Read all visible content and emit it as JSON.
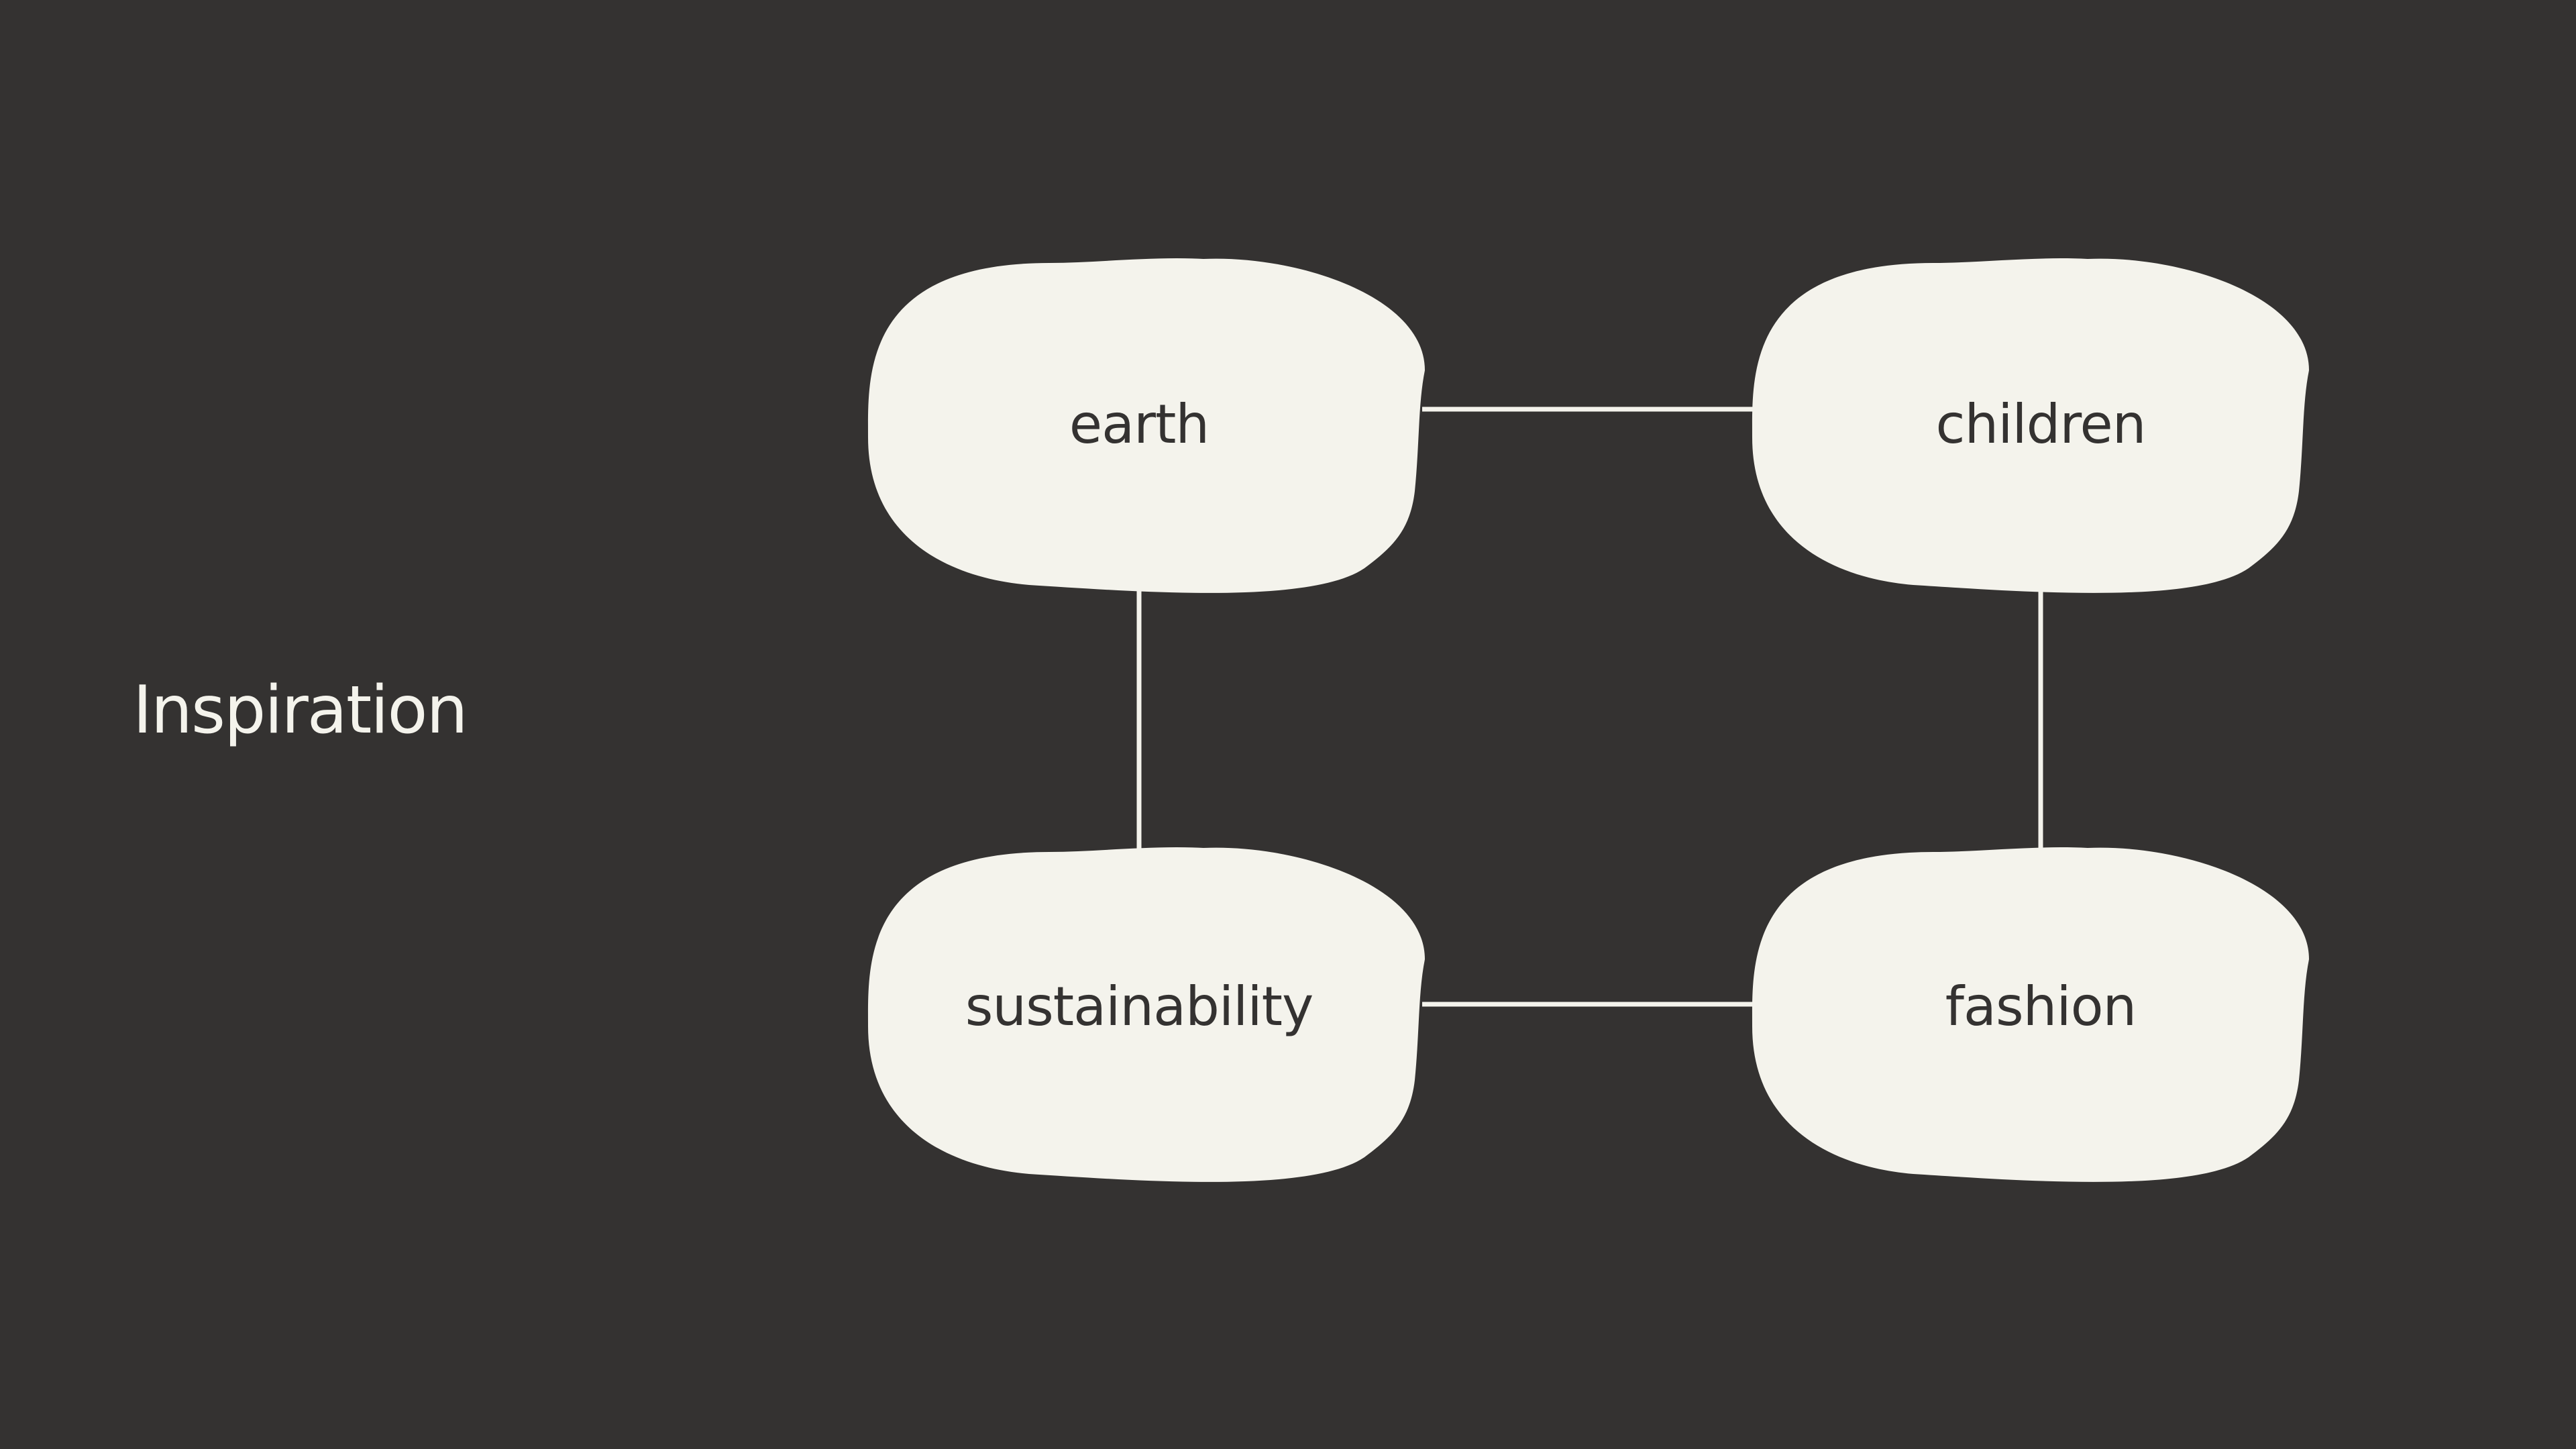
{
  "slide": {
    "title": "Inspiration"
  },
  "colors": {
    "background": "#343231",
    "node_fill": "#f4f3ec",
    "connector": "#f4f3ec",
    "node_text": "#343231",
    "title_text": "#f4f3ec"
  },
  "diagram": {
    "nodes": [
      {
        "id": "earth",
        "label": "earth"
      },
      {
        "id": "children",
        "label": "children"
      },
      {
        "id": "sustainability",
        "label": "sustainability"
      },
      {
        "id": "fashion",
        "label": "fashion"
      }
    ],
    "connections": [
      {
        "from": "earth",
        "to": "children"
      },
      {
        "from": "earth",
        "to": "sustainability"
      },
      {
        "from": "children",
        "to": "fashion"
      },
      {
        "from": "sustainability",
        "to": "fashion"
      }
    ]
  }
}
